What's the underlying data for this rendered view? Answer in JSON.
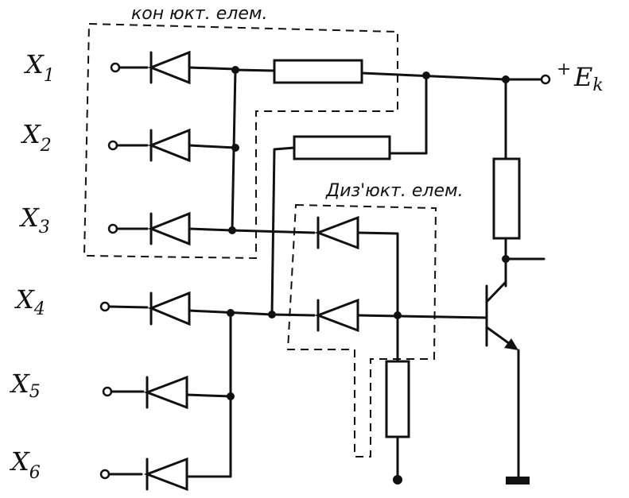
{
  "labels": {
    "conj": "кон юкт. елем.",
    "disj": "Диз'юкт. елем.",
    "plus": "+",
    "ek_main": "E",
    "ek_sub": "k"
  },
  "inputs": [
    {
      "main": "X",
      "sub": "1"
    },
    {
      "main": "X",
      "sub": "2"
    },
    {
      "main": "X",
      "sub": "3"
    },
    {
      "main": "X",
      "sub": "4"
    },
    {
      "main": "X",
      "sub": "5"
    },
    {
      "main": "X",
      "sub": "6"
    }
  ]
}
